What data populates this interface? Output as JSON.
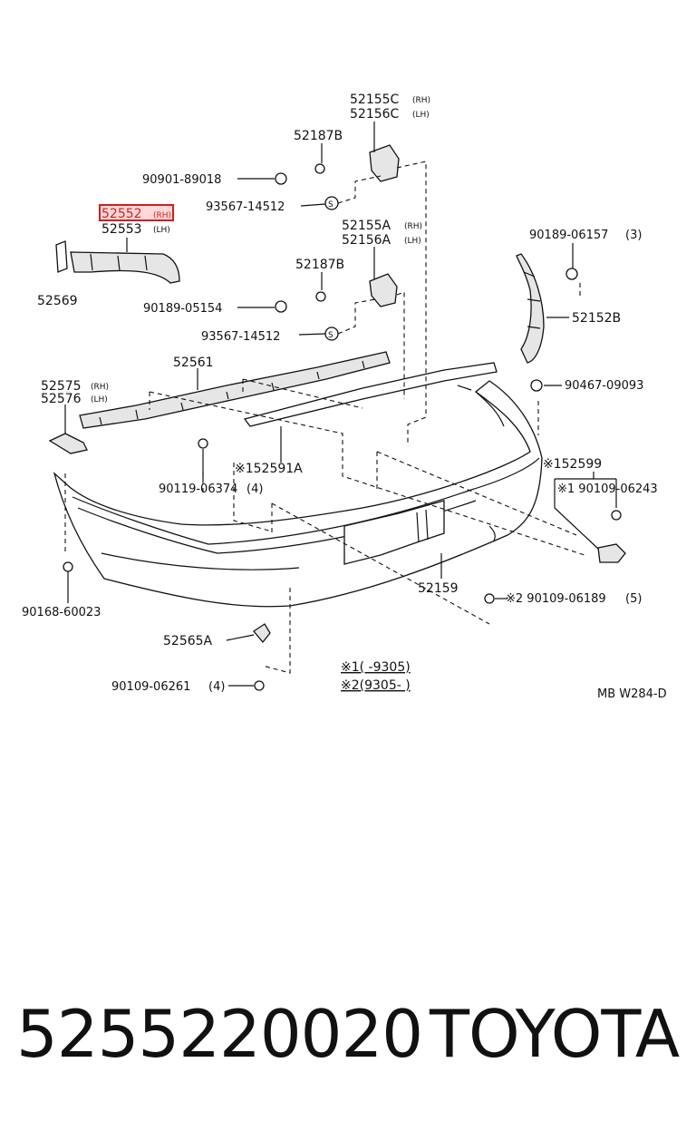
{
  "labels": {
    "p52155c": "52155C",
    "p52155c_side": "(RH)",
    "p52156c": "52156C",
    "p52156c_side": "(LH)",
    "p52187b_top": "52187B",
    "p90901": "90901-89018",
    "p93567_top": "93567-14512",
    "p52552": "52552",
    "p52552_side": "(RH)",
    "p52553": "52553",
    "p52553_side": "(LH)",
    "p52155a": "52155A",
    "p52155a_side": "(RH)",
    "p52156a": "52156A",
    "p52156a_side": "(LH)",
    "p90189_06157": "90189-06157",
    "p90189_06157_qty": "(3)",
    "p52569": "52569",
    "p52187b_mid": "52187B",
    "p90189_05154": "90189-05154",
    "p52152b": "52152B",
    "p93567_mid": "93567-14512",
    "p52561": "52561",
    "p90467": "90467-09093",
    "p52575": "52575",
    "p52575_side": "(RH)",
    "p52576": "52576",
    "p52576_side": "(LH)",
    "p152599": "※152599",
    "p152591a": "※152591A",
    "p90119": "90119-06374",
    "p90119_qty": "(4)",
    "p90109_06243": "※1 90109-06243",
    "p90168": "90168-60023",
    "p52159": "52159",
    "p90109_06189": "※2 90109-06189",
    "p90109_06189_qty": "(5)",
    "p52565a": "52565A",
    "p90109_06261": "90109-06261",
    "p90109_06261_qty": "(4)",
    "note1": "※1(      -9305)",
    "note2": "※2(9305-      )",
    "ref": "MB W284-D"
  },
  "colors": {
    "highlight": "#d21e1e"
  },
  "footer": {
    "part_number": "5255220020",
    "brand": "TOYOTA"
  }
}
